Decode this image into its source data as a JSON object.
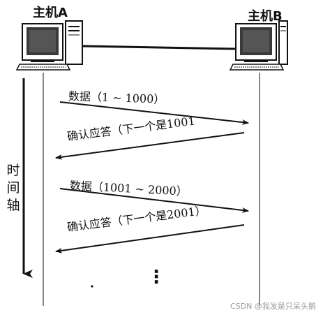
{
  "host_a": {
    "label": "主机A"
  },
  "host_b": {
    "label": "主机B"
  },
  "time_axis": {
    "label": "时间轴"
  },
  "messages": [
    {
      "direction": "A-to-B",
      "label": "数据（1 ~ 1000）"
    },
    {
      "direction": "B-to-A",
      "label": "确认应答（下一个是1001"
    },
    {
      "direction": "A-to-B",
      "label": "数据（1001 ~ 2000）"
    },
    {
      "direction": "B-to-A",
      "label": "确认应答（下一个是2001）"
    }
  ],
  "continuation": "⋮",
  "watermark": "CSDN @我发是只呆头鹅"
}
